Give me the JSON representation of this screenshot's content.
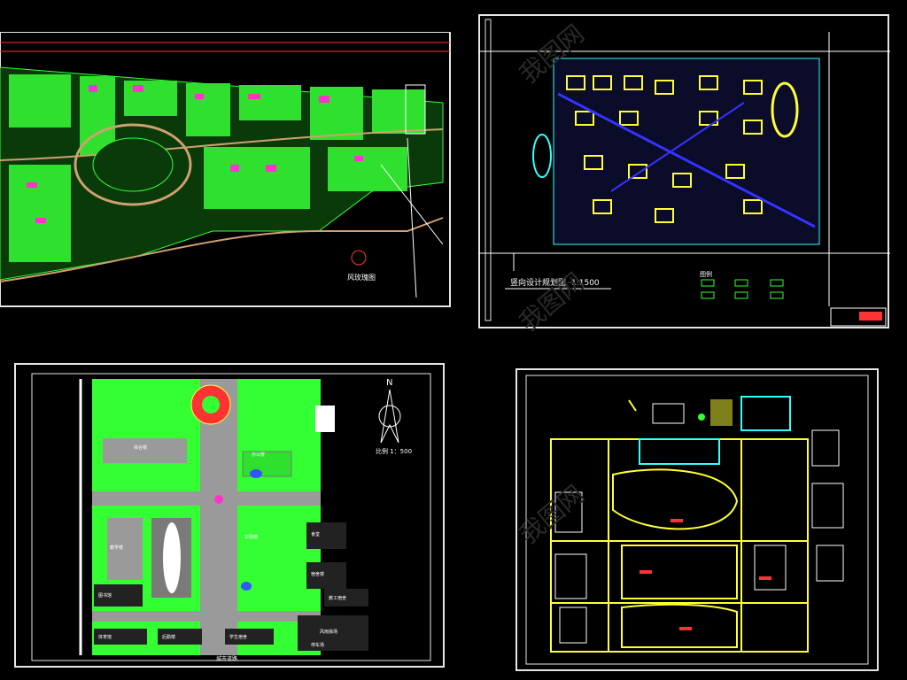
{
  "panels": {
    "top_left": {
      "compass_text": "风玫瑰图"
    },
    "top_right": {
      "title": "竖向设计规划图",
      "scale": "1:1500",
      "legend_title": "图例"
    },
    "bottom_left": {
      "north_label": "N",
      "scale": "比例 1：500",
      "buildings": [
        "综合楼",
        "办公楼",
        "教学楼",
        "实验楼",
        "食堂",
        "宿舍楼",
        "图书馆",
        "体育馆",
        "后勤楼",
        "学生宿舍",
        "教工宿舍",
        "风雨操场",
        "停车场"
      ],
      "road_label": "城市道路"
    },
    "bottom_right": {}
  },
  "watermark": "我图网",
  "colors": {
    "background": "#000000",
    "frame": "#e6e6e6",
    "lawn": "#33ff33",
    "road": "#9a9a9a",
    "building": "#ff33cc",
    "cad_yellow": "#ffff33",
    "cad_cyan": "#33ffff",
    "cad_red": "#ff3333"
  }
}
